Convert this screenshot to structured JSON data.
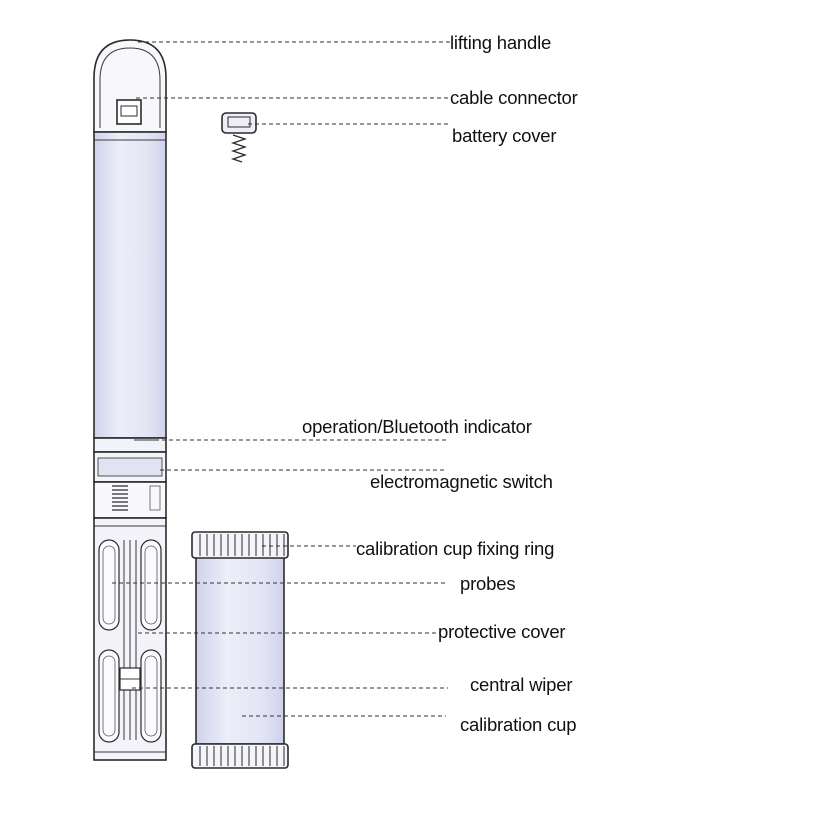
{
  "diagram": {
    "labels": {
      "lifting_handle": "lifting handle",
      "cable_connector": "cable connector",
      "battery_cover": "battery cover",
      "indicator": "operation/Bluetooth indicator",
      "switch": "electromagnetic switch",
      "fixing_ring": "calibration cup fixing ring",
      "probes": "probes",
      "protective_cover": "protective cover",
      "central_wiper": "central wiper",
      "calibration_cup": "calibration cup"
    },
    "colors": {
      "body_fill": "#e6e7f6",
      "body_shade": "#d4d6ee",
      "outline": "#2b2b2b",
      "leader": "#333333"
    }
  }
}
